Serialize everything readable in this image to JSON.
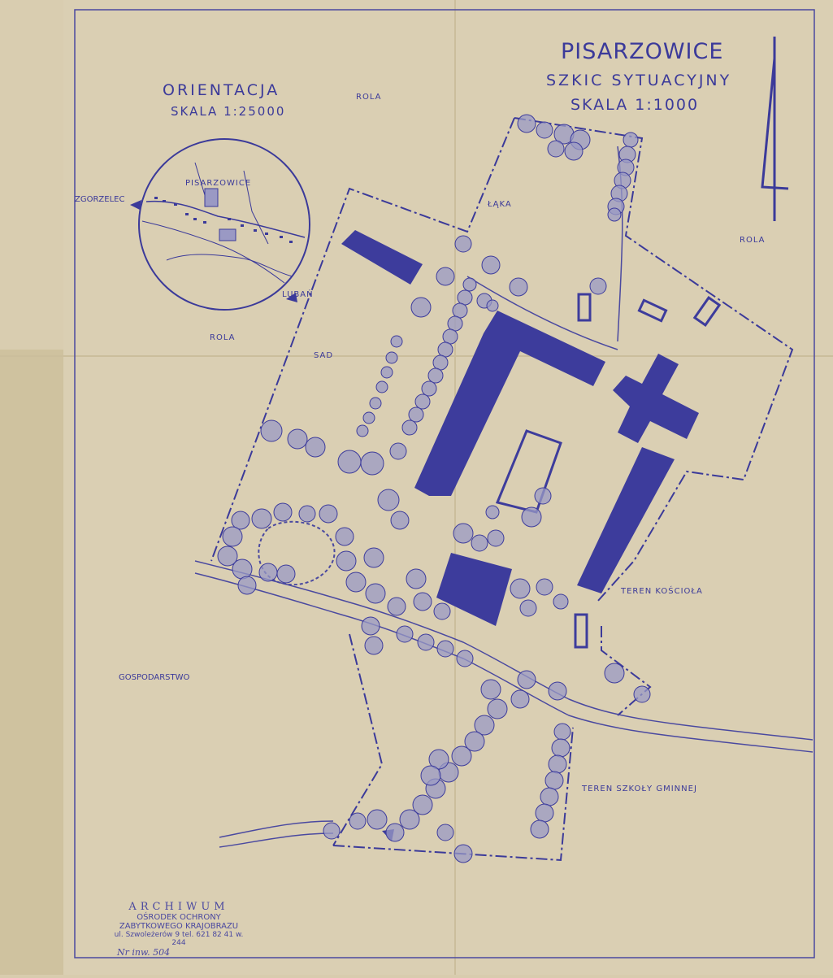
{
  "map": {
    "title": "PISARZOWICE",
    "subtitle": "SZKIC  SYTUACYJNY",
    "scale": "SKALA 1:1000"
  },
  "orientation": {
    "heading": "ORIENTACJA",
    "scale": "SKALA  1:25000",
    "village": "PISARZOWICE",
    "west_label": "ZGORZELEC",
    "south_label": "LUBAŃ"
  },
  "labels": {
    "rola_top": "ROLA",
    "rola_right": "ROLA",
    "rola_left": "ROLA",
    "laka": "ŁĄKA",
    "sad": "SAD",
    "gospodarstwo": "GOSPODARSTWO",
    "teren_kosciola": "TEREN KOŚCIOŁA",
    "teren_szkoly": "TEREN  SZKOŁY GMINNEJ"
  },
  "archive": {
    "line1": "ARCHIWUM",
    "line2": "OŚRODEK OCHRONY",
    "line3": "ZABYTKOWEGO KRAJOBRAZU",
    "line4": "ul. Szwoleżerów 9  tel. 621 82 41 w. 244",
    "handwritten": "Nr inw. 504"
  },
  "colors": {
    "paper": "#d8ccae",
    "ink": "#3b3a9a",
    "tree_fill": "#9a99c4",
    "building": "#3d3c9c"
  }
}
